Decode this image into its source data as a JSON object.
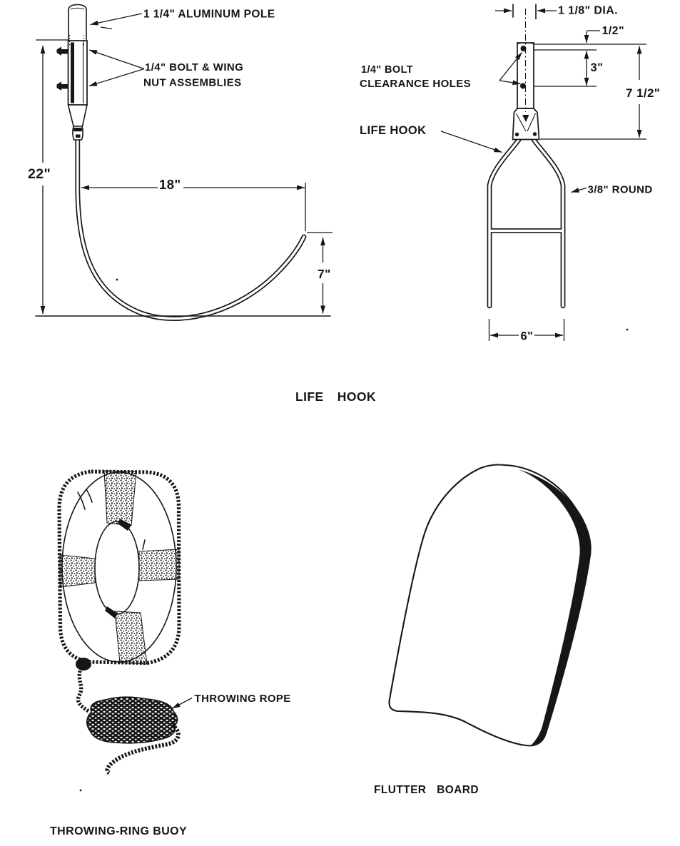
{
  "colors": {
    "ink": "#161616",
    "paper": "#ffffff"
  },
  "life_hook": {
    "title": "LIFE HOOK",
    "side_view": {
      "pole_label": "1 1/4\" ALUMINUM POLE",
      "bolt_label_line1": "1/4\" BOLT & WING",
      "bolt_label_line2": "NUT ASSEMBLIES",
      "dim_height": "22\"",
      "dim_reach": "18\"",
      "dim_tip": "7\""
    },
    "front_view": {
      "dia_label": "1 1/8\" DIA.",
      "dim_offset": "1/2\"",
      "dim_hole_spacing": "3\"",
      "dim_shank": "7 1/2\"",
      "clearance_label_line1": "1/4\" BOLT",
      "clearance_label_line2": "CLEARANCE HOLES",
      "part_label": "LIFE HOOK",
      "stock_label": "3/8\" ROUND",
      "dim_width": "6\""
    }
  },
  "throwing_ring_buoy": {
    "rope_label": "THROWING ROPE",
    "caption": "THROWING-RING BUOY"
  },
  "flutter_board": {
    "caption": "FLUTTER BOARD"
  }
}
